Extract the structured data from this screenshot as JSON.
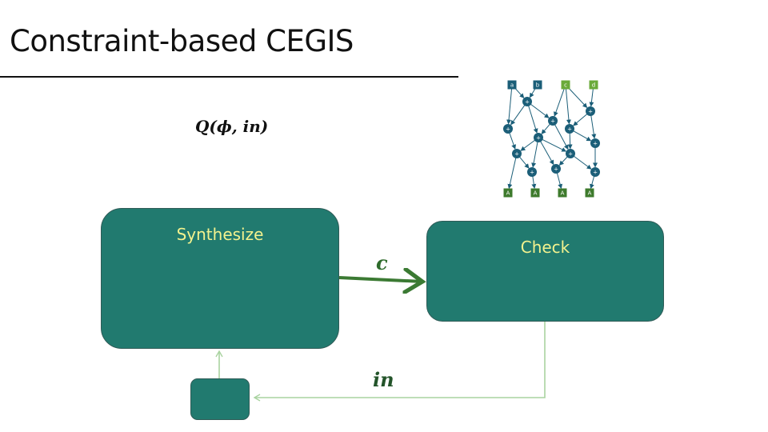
{
  "slide": {
    "title": "Constraint-based CEGIS",
    "formula": "Q(ϕ, in)"
  },
  "boxes": {
    "synthesize": {
      "label": "Synthesize"
    },
    "check": {
      "label": "Check"
    },
    "small": {
      "label": ""
    }
  },
  "edges": {
    "synth_to_check": {
      "label": "c"
    },
    "check_to_small": {
      "label": "in"
    }
  },
  "colors": {
    "box_fill": "#217a6f",
    "box_label": "#f3f28e",
    "arrow_dark": "#3b7a33",
    "arrow_light": "#a9d3a0",
    "graph_node": "#1b5e78",
    "graph_input_alt": "#6aaa3a",
    "graph_output": "#3d7a2c"
  },
  "graph": {
    "inputs": [
      {
        "id": "a",
        "label": "a",
        "kind": "dark"
      },
      {
        "id": "b",
        "label": "b",
        "kind": "dark"
      },
      {
        "id": "c",
        "label": "c",
        "kind": "light"
      },
      {
        "id": "d",
        "label": "d",
        "kind": "light"
      }
    ],
    "ops": [
      {
        "id": "p1",
        "label": "+"
      },
      {
        "id": "p2",
        "label": "+"
      },
      {
        "id": "p3",
        "label": "+"
      },
      {
        "id": "p4",
        "label": "+"
      },
      {
        "id": "p5",
        "label": "+"
      },
      {
        "id": "p6",
        "label": "+"
      },
      {
        "id": "p7",
        "label": "+"
      },
      {
        "id": "p8",
        "label": "+"
      },
      {
        "id": "p9",
        "label": "+"
      },
      {
        "id": "p10",
        "label": "+"
      },
      {
        "id": "p11",
        "label": "+"
      },
      {
        "id": "p12",
        "label": "+"
      }
    ],
    "outputs": [
      {
        "id": "o1",
        "label": "A"
      },
      {
        "id": "o2",
        "label": "A"
      },
      {
        "id": "o3",
        "label": "A"
      },
      {
        "id": "o4",
        "label": "A"
      }
    ],
    "edges": [
      [
        "a",
        "p1"
      ],
      [
        "b",
        "p1"
      ],
      [
        "a",
        "p3"
      ],
      [
        "p1",
        "p3"
      ],
      [
        "p1",
        "p4"
      ],
      [
        "p1",
        "p2"
      ],
      [
        "c",
        "p2"
      ],
      [
        "c",
        "p5"
      ],
      [
        "c",
        "p6"
      ],
      [
        "d",
        "p6"
      ],
      [
        "p6",
        "p5"
      ],
      [
        "p2",
        "p4"
      ],
      [
        "p2",
        "p9"
      ],
      [
        "p5",
        "p7"
      ],
      [
        "p5",
        "p9"
      ],
      [
        "p6",
        "p7"
      ],
      [
        "p3",
        "p8"
      ],
      [
        "p4",
        "p8"
      ],
      [
        "p4",
        "p9"
      ],
      [
        "p4",
        "p10"
      ],
      [
        "p4",
        "p11"
      ],
      [
        "p8",
        "p10"
      ],
      [
        "p9",
        "p11"
      ],
      [
        "p9",
        "p12"
      ],
      [
        "p7",
        "p12"
      ],
      [
        "p8",
        "o1"
      ],
      [
        "p10",
        "o2"
      ],
      [
        "p11",
        "o3"
      ],
      [
        "p12",
        "o4"
      ]
    ]
  }
}
